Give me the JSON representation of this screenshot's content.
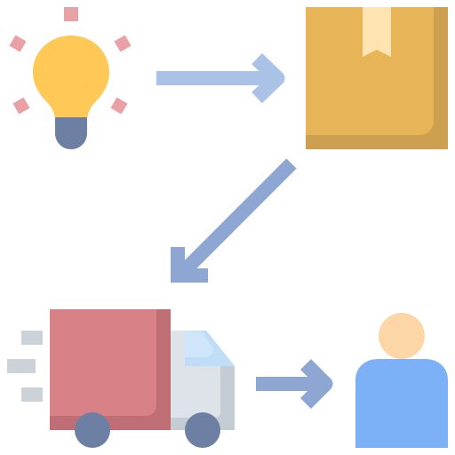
{
  "diagram": {
    "description_visible_text": "",
    "flow": [
      "idea",
      "product-box",
      "delivery-truck",
      "customer"
    ],
    "colors": {
      "bulb_yellow": "#FFC857",
      "bulb_base": "#6D7FA3",
      "rays": "#E9A1A6",
      "arrow_light": "#A9C2E6",
      "arrow_dark": "#8EA7D2",
      "box_main": "#E7B458",
      "box_shadow": "#CD9F50",
      "box_tape": "#FFE3B0",
      "truck_cargo": "#D88187",
      "truck_cargo_shadow": "#C06E75",
      "truck_cab": "#DDE3E9",
      "truck_cab_shadow": "#C5CCD3",
      "truck_window": "#BFDDF7",
      "wheel": "#6D7FA3",
      "speed_lines": "#CBD2D8",
      "person_head": "#FCD6A6",
      "person_body": "#7DB1F7"
    }
  }
}
